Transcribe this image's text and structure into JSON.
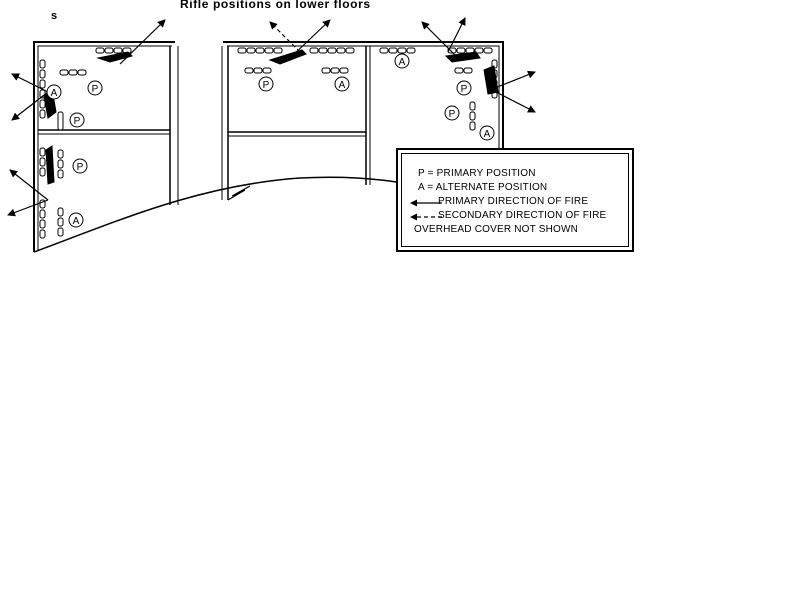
{
  "figure": {
    "page_letter": "s",
    "title": "Rifle positions on lower floors"
  },
  "markers": {
    "primary": "P",
    "alternate": "A"
  },
  "legend": {
    "primary_position": "P = PRIMARY POSITION",
    "alternate_position": "A = ALTERNATE POSITION",
    "primary_direction": "PRIMARY DIRECTION OF FIRE",
    "secondary_direction": "SECONDARY DIRECTION OF FIRE",
    "overhead_cover": "OVERHEAD COVER NOT SHOWN"
  }
}
